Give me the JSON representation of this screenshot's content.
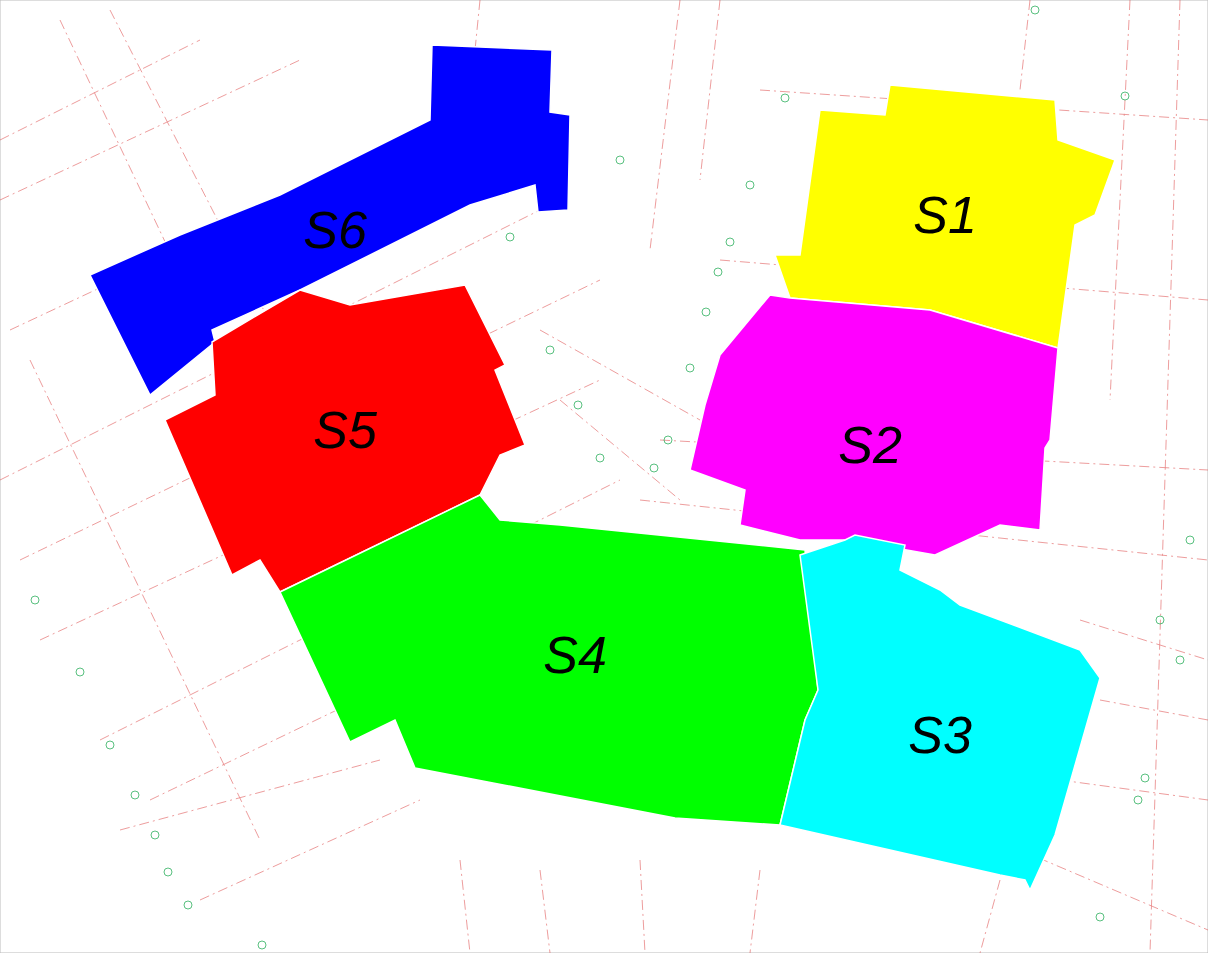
{
  "diagram": {
    "nodes": [
      {
        "text": [
          "S6"
        ]
      },
      {
        "text": [
          "S1"
        ]
      },
      {
        "text": [
          "S5"
        ]
      },
      {
        "text": [
          "S2"
        ]
      },
      {
        "text": [
          "S4"
        ]
      },
      {
        "text": [
          "S3"
        ]
      }
    ]
  }
}
